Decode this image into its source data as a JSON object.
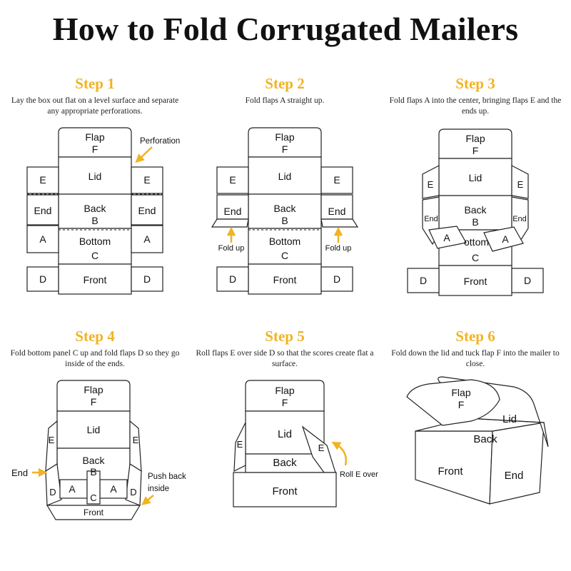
{
  "title": "How to Fold Corrugated Mailers",
  "accent_color": "#f0b323",
  "steps": [
    {
      "heading": "Step 1",
      "text": "Lay the box out flat on a level surface and separate any appropriate perforations."
    },
    {
      "heading": "Step 2",
      "text": "Fold flaps A straight up."
    },
    {
      "heading": "Step 3",
      "text": "Fold flaps A into the center, bringing flaps E and the ends up."
    },
    {
      "heading": "Step 4",
      "text": "Fold bottom panel C up and fold flaps D so they go inside of the ends."
    },
    {
      "heading": "Step 5",
      "text": "Roll flaps E over side D so that the scores create flat a surface."
    },
    {
      "heading": "Step 6",
      "text": "Fold down the lid and tuck flap F into the mailer to close."
    }
  ],
  "labels": {
    "flap": "Flap",
    "f": "F",
    "lid": "Lid",
    "back": "Back",
    "b": "B",
    "bottom": "Bottom",
    "c": "C",
    "front": "Front",
    "end": "End",
    "e": "E",
    "a": "A",
    "d": "D",
    "bottom_partial": "ottom"
  },
  "callouts": {
    "perforation": "Perforation",
    "fold_up": "Fold up",
    "end": "End",
    "push_back_1": "Push back",
    "push_back_2": "inside",
    "roll_e_over": "Roll E over"
  }
}
